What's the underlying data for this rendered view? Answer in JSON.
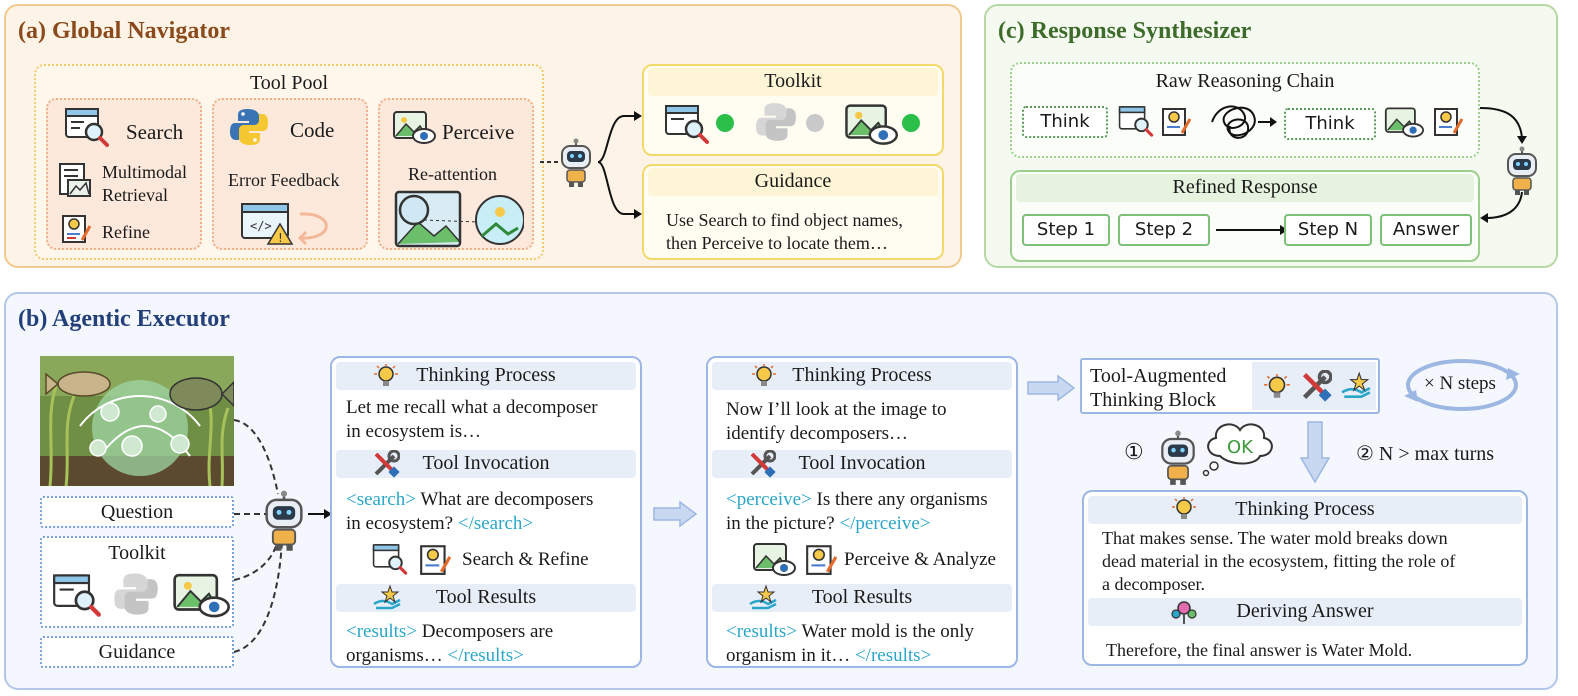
{
  "global_navigator": {
    "title": "(a) Global Navigator",
    "tool_pool": {
      "title": "Tool Pool",
      "search": {
        "label": "Search",
        "sub1": "Multimodal",
        "sub2": "Retrieval",
        "sub3": "Refine"
      },
      "code": {
        "label": "Code",
        "sub1": "Error Feedback"
      },
      "perceive": {
        "label": "Perceive",
        "sub1": "Re-attention"
      }
    },
    "toolkit": {
      "title": "Toolkit"
    },
    "guidance": {
      "title": "Guidance",
      "line1": "Use Search to find object names,",
      "line2": "then Perceive to locate them…"
    }
  },
  "response_synthesizer": {
    "title": "(c) Response Synthesizer",
    "raw_chain": {
      "title": "Raw Reasoning Chain",
      "think1": "Think",
      "think2": "Think"
    },
    "refined": {
      "title": "Refined Response",
      "step1": "Step 1",
      "step2": "Step 2",
      "stepn": "Step N",
      "answer": "Answer"
    }
  },
  "agentic_executor": {
    "title": "(b) Agentic Executor",
    "inputs": {
      "question": "Question",
      "toolkit": "Toolkit",
      "guidance": "Guidance"
    },
    "card1": {
      "thinking_title": "Thinking Process",
      "thinking_l1": "Let me recall what a decomposer",
      "thinking_l2": "in ecosystem is…",
      "invocation_title": "Tool Invocation",
      "open_tag": "<search>",
      "invocation_l1": " What are decomposers",
      "invocation_l2": "in ecosystem? ",
      "close_tag": "</search>",
      "action": "Search & Refine",
      "results_title": "Tool Results",
      "res_open": "<results>",
      "results_l1": " Decomposers are",
      "results_l2": "organisms… ",
      "res_close": "</results>"
    },
    "card2": {
      "thinking_title": "Thinking Process",
      "thinking_l1": "Now I’ll look at the image to",
      "thinking_l2": "identify decomposers…",
      "invocation_title": "Tool Invocation",
      "open_tag": "<perceive>",
      "invocation_l1": " Is there any organisms",
      "invocation_l2": "in the picture?  ",
      "close_tag": "</perceive>",
      "action": "Perceive & Analyze",
      "results_title": "Tool Results",
      "res_open": "<results>",
      "results_l1": " Water mold is the only",
      "results_l2": "organism in it… ",
      "res_close": "</results>"
    },
    "block": {
      "title_l1": "Tool-Augmented",
      "title_l2": "Thinking Block",
      "repeat": "× N steps"
    },
    "branch1": {
      "num": "①",
      "bubble": "OK"
    },
    "branch2": {
      "label": "② N > max turns"
    },
    "final": {
      "thinking_title": "Thinking Process",
      "l1": "That makes sense. The water mold breaks down",
      "l2": "dead material in the ecosystem, fitting the role of",
      "l3": "a decomposer.",
      "deriving_title": "Deriving Answer",
      "answer": "Therefore, the final answer is Water Mold."
    }
  },
  "colors": {
    "navigator_bg": "#fdf3e6",
    "navigator_border": "#f2c98e",
    "synth_bg": "#f5faf0",
    "synth_border": "#b6d9a4",
    "executor_bg": "#f4f7fd",
    "executor_border": "#b5c7e8",
    "tag": "#2aa6c9",
    "green_dot": "#2bbf4a",
    "gray_dot": "#c9c9c9"
  }
}
